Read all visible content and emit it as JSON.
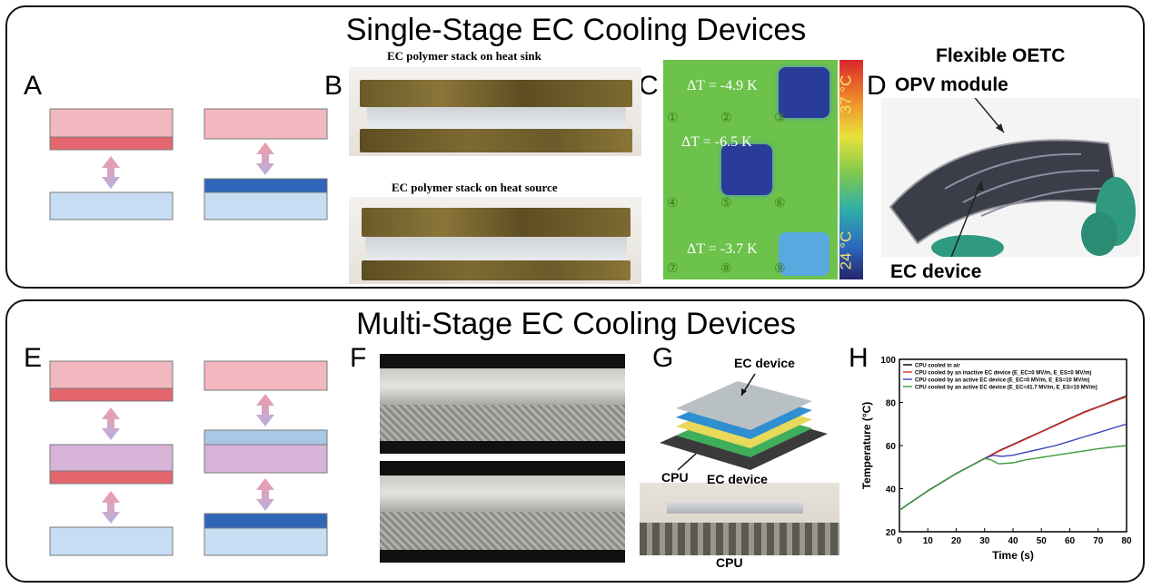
{
  "top": {
    "title": "Single-Stage EC Cooling Devices",
    "letters": [
      "A",
      "B",
      "C",
      "D"
    ],
    "b": {
      "top_caption": "EC polymer stack on heat sink",
      "bottom_caption": "EC polymer stack on heat source"
    },
    "c": {
      "deltas": [
        "ΔT = -4.9 K",
        "ΔT = -6.5 K",
        "ΔT = -3.7 K"
      ],
      "cells": [
        "①",
        "②",
        "③",
        "④",
        "⑤",
        "⑥",
        "⑦",
        "⑧",
        "⑨"
      ],
      "scale_max": "37 °C",
      "scale_min": "24 °C"
    },
    "d": {
      "title": "Flexible OETC",
      "opv": "OPV module",
      "ec": "EC device"
    }
  },
  "bottom": {
    "title": "Multi-Stage EC Cooling Devices",
    "letters": [
      "E",
      "F",
      "G",
      "H"
    ],
    "g": {
      "ec_top": "EC device",
      "cpu_top": "CPU",
      "ec_bottom": "EC device",
      "cpu_bottom": "CPU"
    }
  },
  "colors": {
    "hot": "#e4666e",
    "warm": "#f2b8c0",
    "cool": "#c6ddf3",
    "cold": "#2f66b8",
    "mid": "#d8b3d8",
    "midblue": "#a8c8e6"
  },
  "chart_data": {
    "type": "line",
    "title": "",
    "xlabel": "Time (s)",
    "ylabel": "Temperature (°C)",
    "xlim": [
      0,
      80
    ],
    "ylim": [
      20,
      100
    ],
    "xticks": [
      "0",
      "10",
      "20",
      "30",
      "40",
      "50",
      "60",
      "70",
      "80"
    ],
    "yticks": [
      "20",
      "40",
      "60",
      "80",
      "100"
    ],
    "legend_placement": "top",
    "series": [
      {
        "name": "CPU cooled in air",
        "color": "#000000",
        "x": [
          0,
          5,
          10,
          15,
          20,
          25,
          30,
          35,
          40,
          45,
          50,
          55,
          60,
          65,
          70,
          75,
          80
        ],
        "y": [
          30,
          34.5,
          39,
          43,
          47,
          50.5,
          54,
          57.5,
          60.5,
          63.5,
          66.5,
          69.5,
          72.5,
          75.5,
          78,
          80.5,
          83
        ]
      },
      {
        "name": "CPU cooled by an inactive EC device (E_EC=0 MV/m, E_ES=0 MV/m)",
        "color": "#e03030",
        "x": [
          0,
          5,
          10,
          15,
          20,
          25,
          30,
          35,
          40,
          45,
          50,
          55,
          60,
          65,
          70,
          75,
          80
        ],
        "y": [
          30,
          34.5,
          39,
          43,
          47,
          50.5,
          54,
          57.3,
          60.3,
          63.3,
          66.3,
          69.3,
          72.3,
          75.3,
          77.8,
          80.3,
          82.6
        ]
      },
      {
        "name": "CPU cooled by an active EC device (E_EC=0 MV/m, E_ES=10 MV/m)",
        "color": "#3a45b8",
        "x": [
          0,
          5,
          10,
          15,
          20,
          25,
          30,
          33,
          36,
          40,
          45,
          50,
          55,
          60,
          65,
          70,
          75,
          80
        ],
        "y": [
          30,
          34.5,
          39,
          43,
          47,
          50.5,
          54,
          55.5,
          55,
          55.5,
          57,
          58.5,
          60,
          62,
          64,
          66,
          68,
          70
        ]
      },
      {
        "name": "CPU cooled by an active EC device (E_EC=41.7 MV/m, E_ES=10 MV/m)",
        "color": "#3a9a3a",
        "x": [
          0,
          5,
          10,
          15,
          20,
          25,
          30,
          32,
          35,
          40,
          45,
          50,
          55,
          60,
          65,
          70,
          75,
          80
        ],
        "y": [
          30,
          34.5,
          39,
          43,
          47,
          50.5,
          54,
          53.5,
          51.5,
          52,
          53.5,
          54.5,
          55.5,
          56.5,
          57.5,
          58.5,
          59.3,
          60
        ]
      }
    ]
  }
}
